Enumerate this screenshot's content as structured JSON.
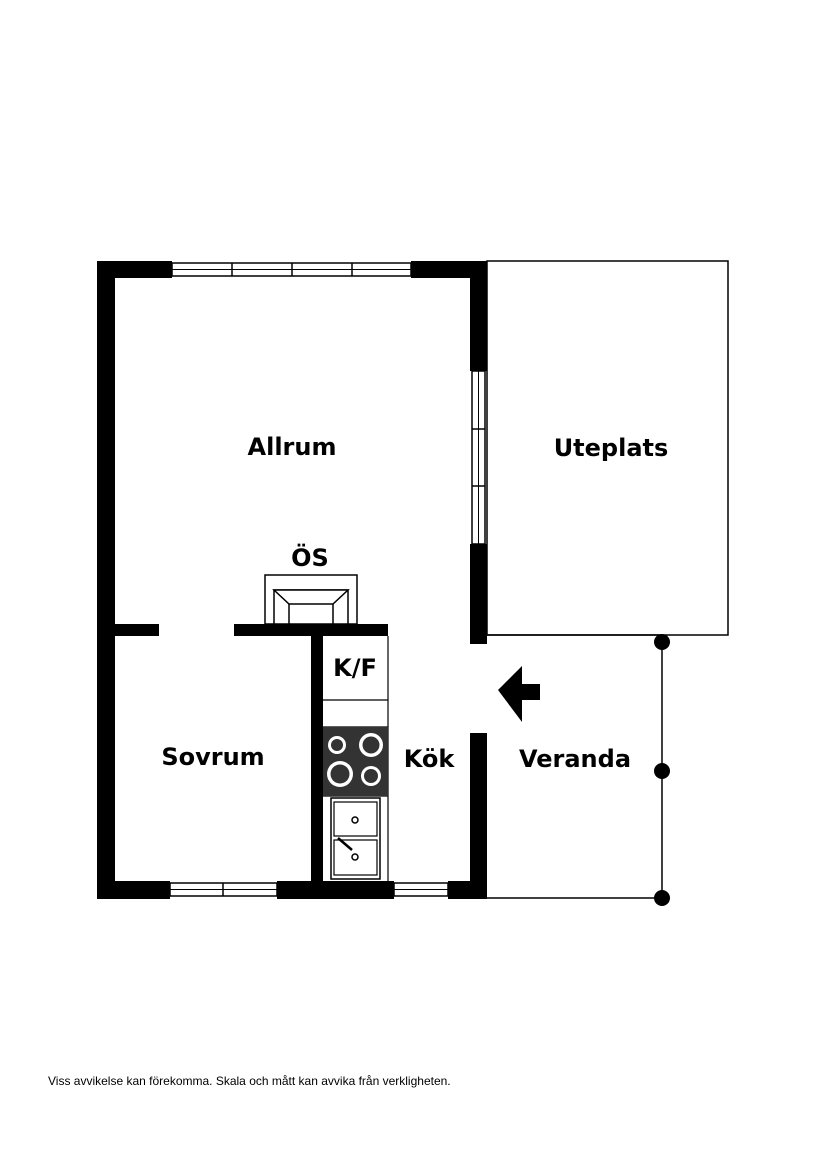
{
  "rooms": {
    "allrum": "Allrum",
    "uteplats": "Uteplats",
    "os": "ÖS",
    "kf": "K/F",
    "sovrum": "Sovrum",
    "kok": "Kök",
    "veranda": "Veranda"
  },
  "disclaimer": "Viss avvikelse kan förekomma. Skala och mått kan avvika från verkligheten.",
  "colors": {
    "wall": "#000000",
    "background": "#ffffff"
  },
  "icons": [
    "entrance-arrow-icon",
    "stove-icon",
    "sink-icon",
    "fireplace-icon"
  ]
}
